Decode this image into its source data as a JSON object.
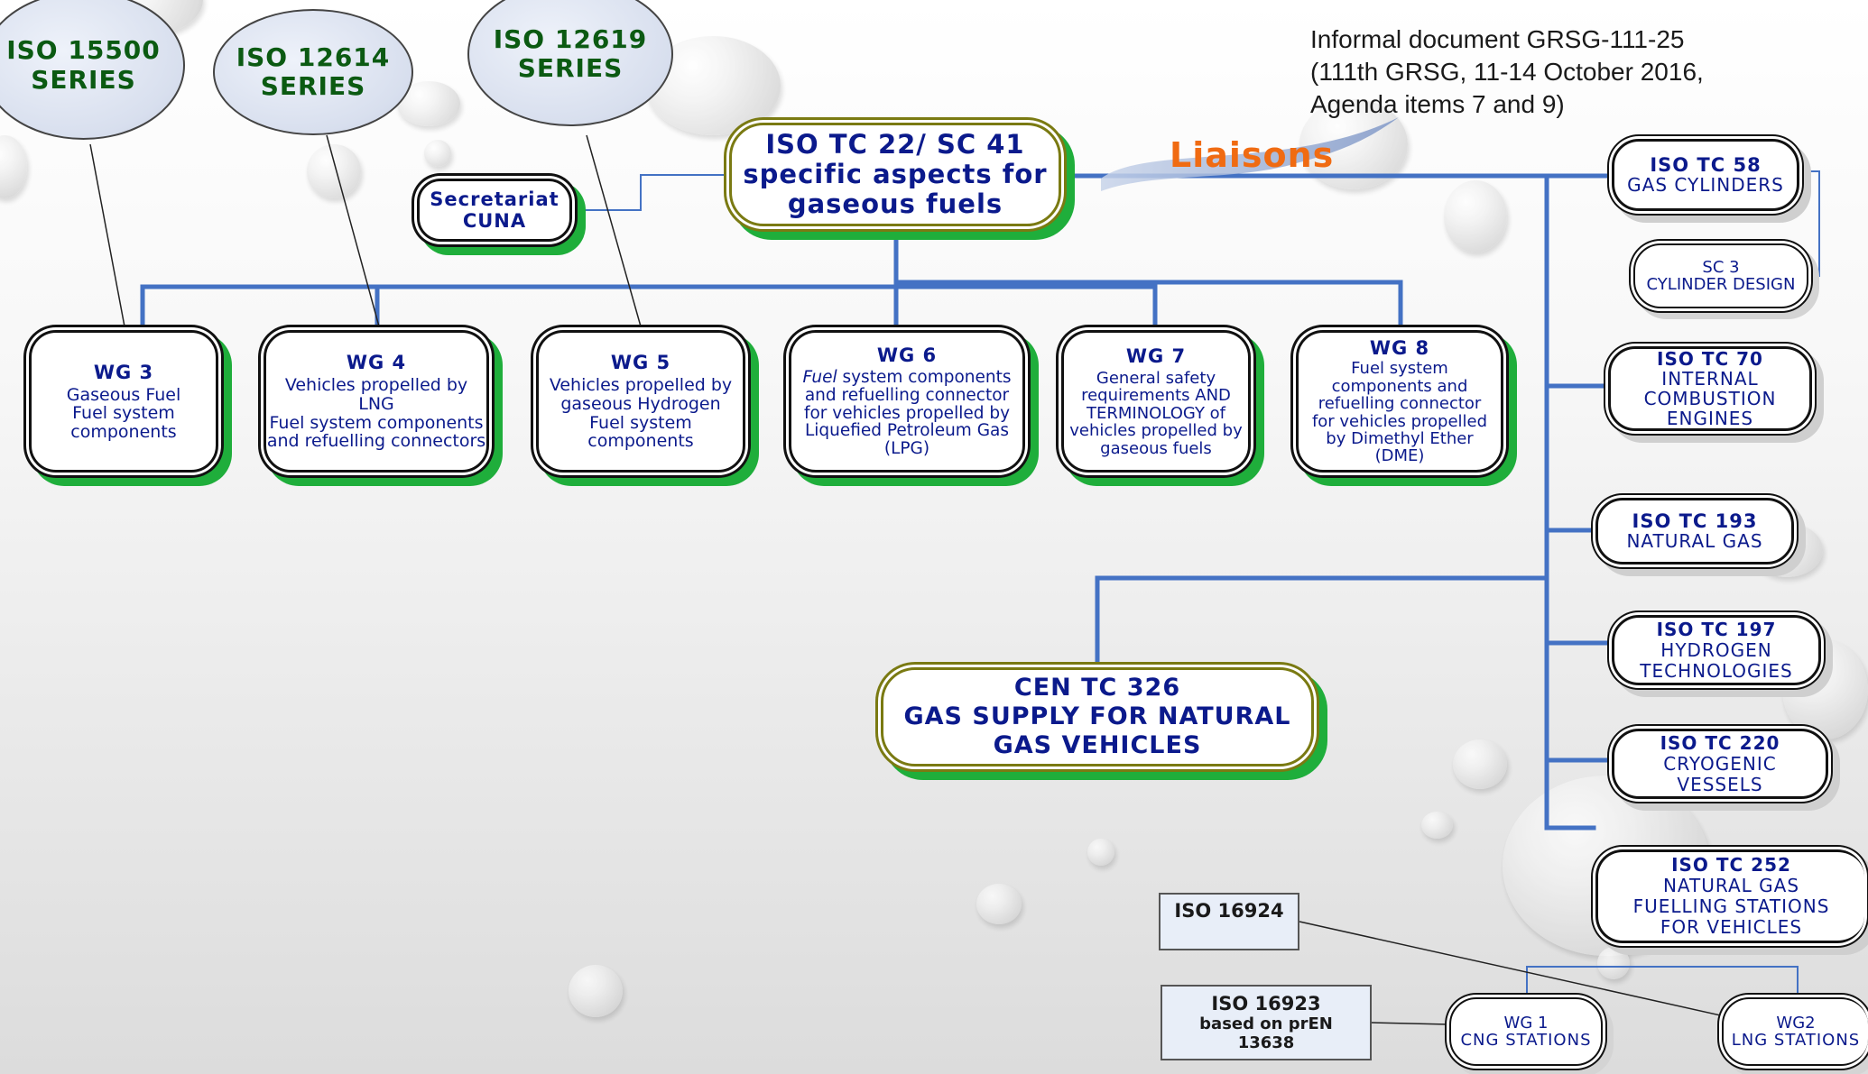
{
  "document_note": {
    "line1": "Informal document GRSG-111-25",
    "line2": "(111th GRSG, 11-14 October 2016,",
    "line3": "Agenda items 7 and 9)"
  },
  "liaisons_label": "Liaisons",
  "standards_series": [
    {
      "line1": "ISO  15500",
      "line2": "SERIES"
    },
    {
      "line1": "ISO  12614",
      "line2": "SERIES"
    },
    {
      "line1": "ISO  12619",
      "line2": "SERIES"
    }
  ],
  "main_committee": {
    "line1": "ISO TC 22/ SC 41",
    "line2": "specific aspects for",
    "line3": "gaseous fuels"
  },
  "secretariat": {
    "line1": "Secretariat",
    "line2": "CUNA"
  },
  "working_groups": [
    {
      "title": "WG 3",
      "lines": [
        "Gaseous Fuel",
        "Fuel system",
        "components"
      ]
    },
    {
      "title": "WG 4",
      "lines": [
        "Vehicles propelled by",
        "LNG",
        "Fuel system components",
        "and refuelling connectors"
      ]
    },
    {
      "title": "WG 5",
      "lines": [
        "Vehicles propelled by",
        "gaseous Hydrogen",
        "Fuel system",
        "components"
      ]
    },
    {
      "title": "WG 6",
      "italic_word": "Fuel",
      "line1_rest": " system components",
      "lines": [
        "and refuelling connector",
        "for vehicles propelled by",
        "Liquefied Petroleum Gas",
        "(LPG)"
      ]
    },
    {
      "title": "WG 7",
      "lines": [
        "General safety",
        "requirements AND",
        "TERMINOLOGY of",
        "vehicles propelled by",
        "gaseous fuels"
      ]
    },
    {
      "title": "WG 8",
      "lines": [
        "Fuel system",
        "components and",
        "refuelling connector",
        "for vehicles propelled",
        "by Dimethyl Ether",
        "(DME)"
      ]
    }
  ],
  "cen": {
    "line1": "CEN TC 326",
    "line2": "GAS SUPPLY FOR NATURAL",
    "line3": "GAS VEHICLES"
  },
  "liaisons": [
    {
      "line1": "ISO TC 58",
      "line2": "GAS CYLINDERS"
    },
    {
      "line1": "SC 3",
      "line2": "CYLINDER DESIGN"
    },
    {
      "line1": "ISO TC 70",
      "line2": "INTERNAL",
      "line3": "COMBUSTION",
      "line4": "ENGINES"
    },
    {
      "line1": "ISO TC 193",
      "line2": "NATURAL GAS"
    },
    {
      "line1": "ISO TC 197",
      "line2": "HYDROGEN",
      "line3": "TECHNOLOGIES"
    },
    {
      "line1": "ISO TC 220",
      "line2": "CRYOGENIC",
      "line3": "VESSELS"
    },
    {
      "line1": "ISO TC 252",
      "line2": "NATURAL GAS",
      "line3": "FUELLING STATIONS",
      "line4": "FOR VEHICLES"
    }
  ],
  "tc252_groups": [
    {
      "line1": "WG 1",
      "line2": "CNG STATIONS"
    },
    {
      "line1": "WG2",
      "line2": "LNG STATIONS"
    }
  ],
  "iso_standards": [
    {
      "line1": "ISO 16924"
    },
    {
      "line1": "ISO 16923",
      "line2": "based on prEN",
      "line3": "13638"
    }
  ],
  "colors": {
    "connector": "#4472c4",
    "node_text": "#0b1a8c",
    "node_shadow": "#1fae3b",
    "liaisons_label": "#f06b12",
    "series_text": "#0b5a12"
  }
}
